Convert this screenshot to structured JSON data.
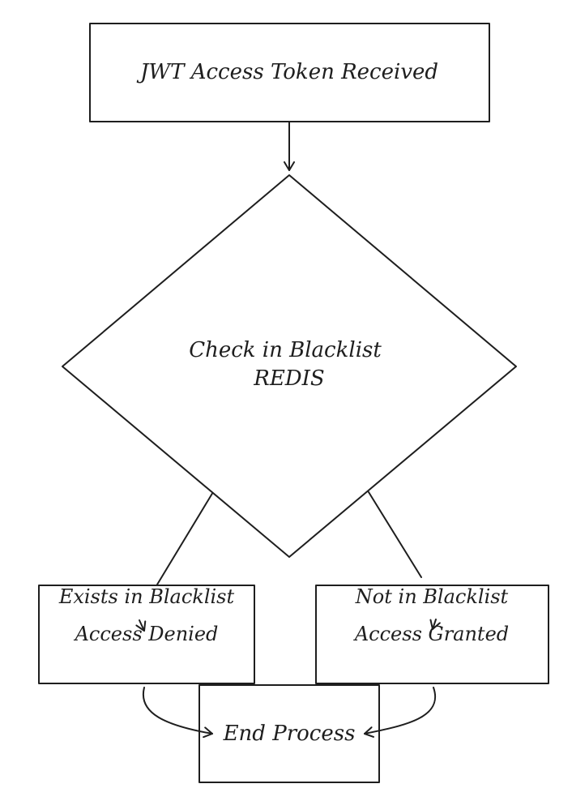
{
  "diagram": {
    "nodes": {
      "start": {
        "label": "JWT Access Token Received"
      },
      "check": {
        "lines": [
          "Check in Blacklist",
          "REDIS"
        ]
      },
      "denied": {
        "lines": [
          "Exists in Blacklist",
          "Access Denied"
        ]
      },
      "granted": {
        "lines": [
          "Not in Blacklist",
          "Access Granted"
        ]
      },
      "end": {
        "label": "End Process"
      }
    },
    "colors": {
      "stroke": "#1e1e1e",
      "background": "#ffffff"
    }
  }
}
